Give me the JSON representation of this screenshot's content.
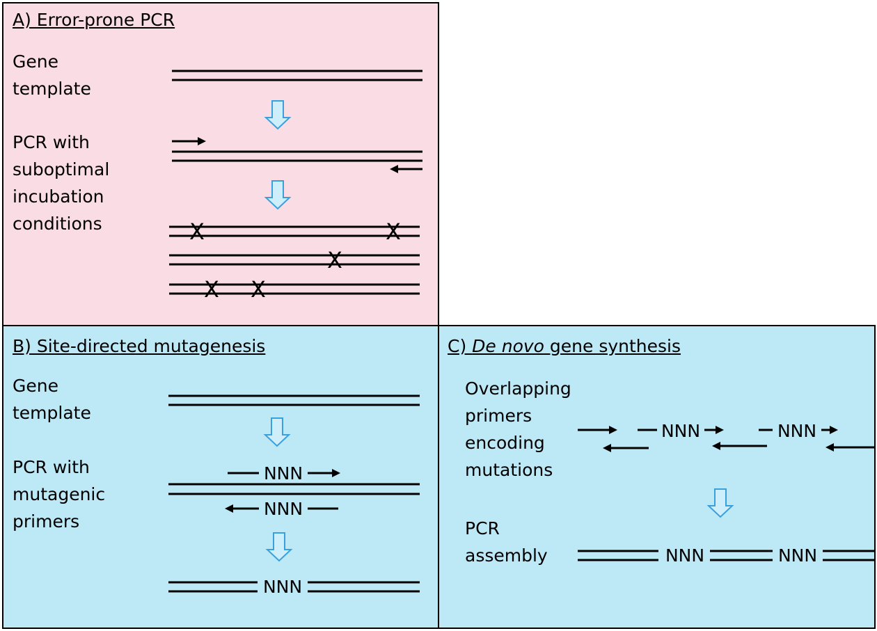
{
  "panel_a": {
    "title": "A) Error-prone PCR",
    "step1": [
      "Gene",
      "template"
    ],
    "step2": [
      "PCR with",
      "suboptimal",
      "incubation",
      "conditions"
    ],
    "mutation_mark": "X"
  },
  "panel_b": {
    "title": "B) Site-directed mutagenesis",
    "step1": [
      "Gene",
      "template"
    ],
    "step2": [
      "PCR with",
      "mutagenic",
      "primers"
    ],
    "codon": "NNN"
  },
  "panel_c": {
    "title_prefix": "C) ",
    "title_italic": "De novo",
    "title_suffix": " gene synthesis",
    "step1": [
      "Overlapping",
      "primers",
      "encoding",
      "mutations"
    ],
    "step2": [
      "PCR",
      "assembly"
    ],
    "codon": "NNN"
  },
  "colors": {
    "panel_a_bg": "#fadce4",
    "panel_bc_bg": "#bde8f6",
    "arrow_fill": "#cdeefb",
    "arrow_stroke": "#3aa0dc",
    "strand": "#000000"
  }
}
